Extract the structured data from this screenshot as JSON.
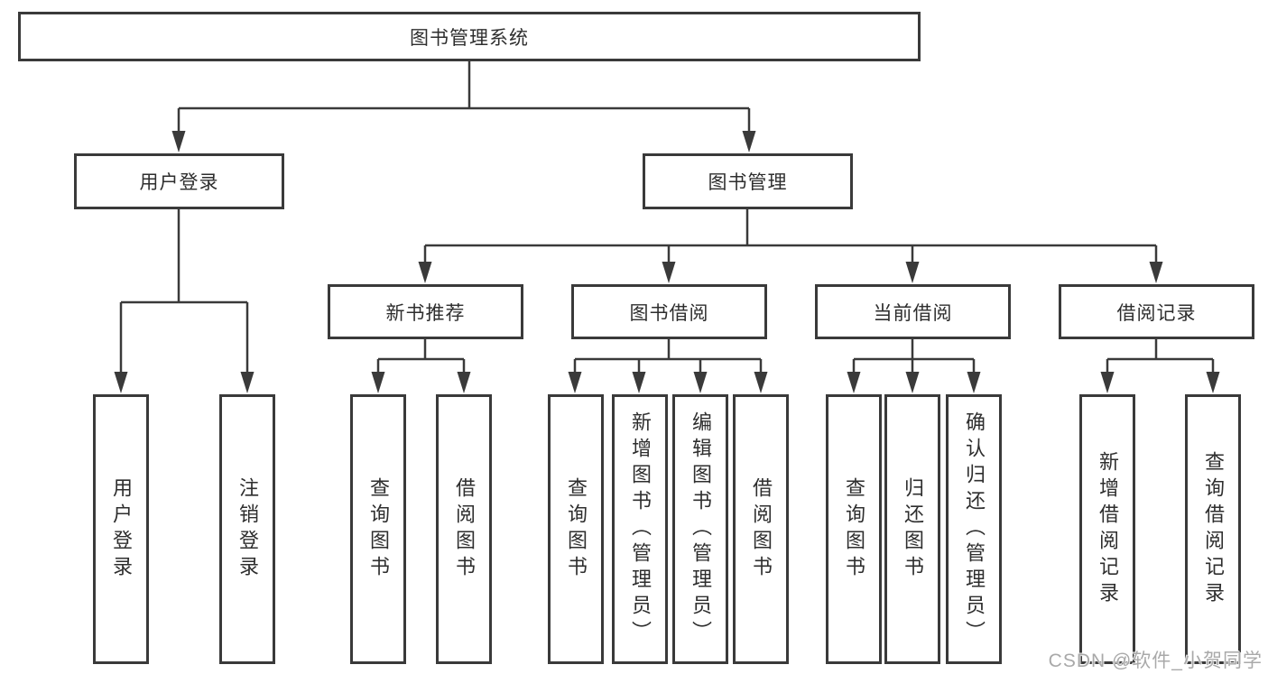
{
  "root": {
    "label": "图书管理系统"
  },
  "branches": [
    {
      "label": "用户登录",
      "children": [
        {
          "label": "用户登录"
        },
        {
          "label": "注销登录"
        }
      ]
    },
    {
      "label": "图书管理",
      "children": [
        {
          "label": "新书推荐",
          "children": [
            {
              "label": "查询图书"
            },
            {
              "label": "借阅图书"
            }
          ]
        },
        {
          "label": "图书借阅",
          "children": [
            {
              "label": "查询图书"
            },
            {
              "label": "新增图书（管理员）"
            },
            {
              "label": "编辑图书（管理员）"
            },
            {
              "label": "借阅图书"
            }
          ]
        },
        {
          "label": "当前借阅",
          "children": [
            {
              "label": "查询图书"
            },
            {
              "label": "归还图书"
            },
            {
              "label": "确认归还（管理员）"
            }
          ]
        },
        {
          "label": "借阅记录",
          "children": [
            {
              "label": "新增借阅记录"
            },
            {
              "label": "查询借阅记录"
            }
          ]
        }
      ]
    }
  ],
  "colors": {
    "line": "#3a3a3a",
    "text": "#2e2e2e",
    "background": "#ffffff",
    "watermark": "#a9a9a9"
  },
  "watermark": "CSDN @软件_小贺同学"
}
